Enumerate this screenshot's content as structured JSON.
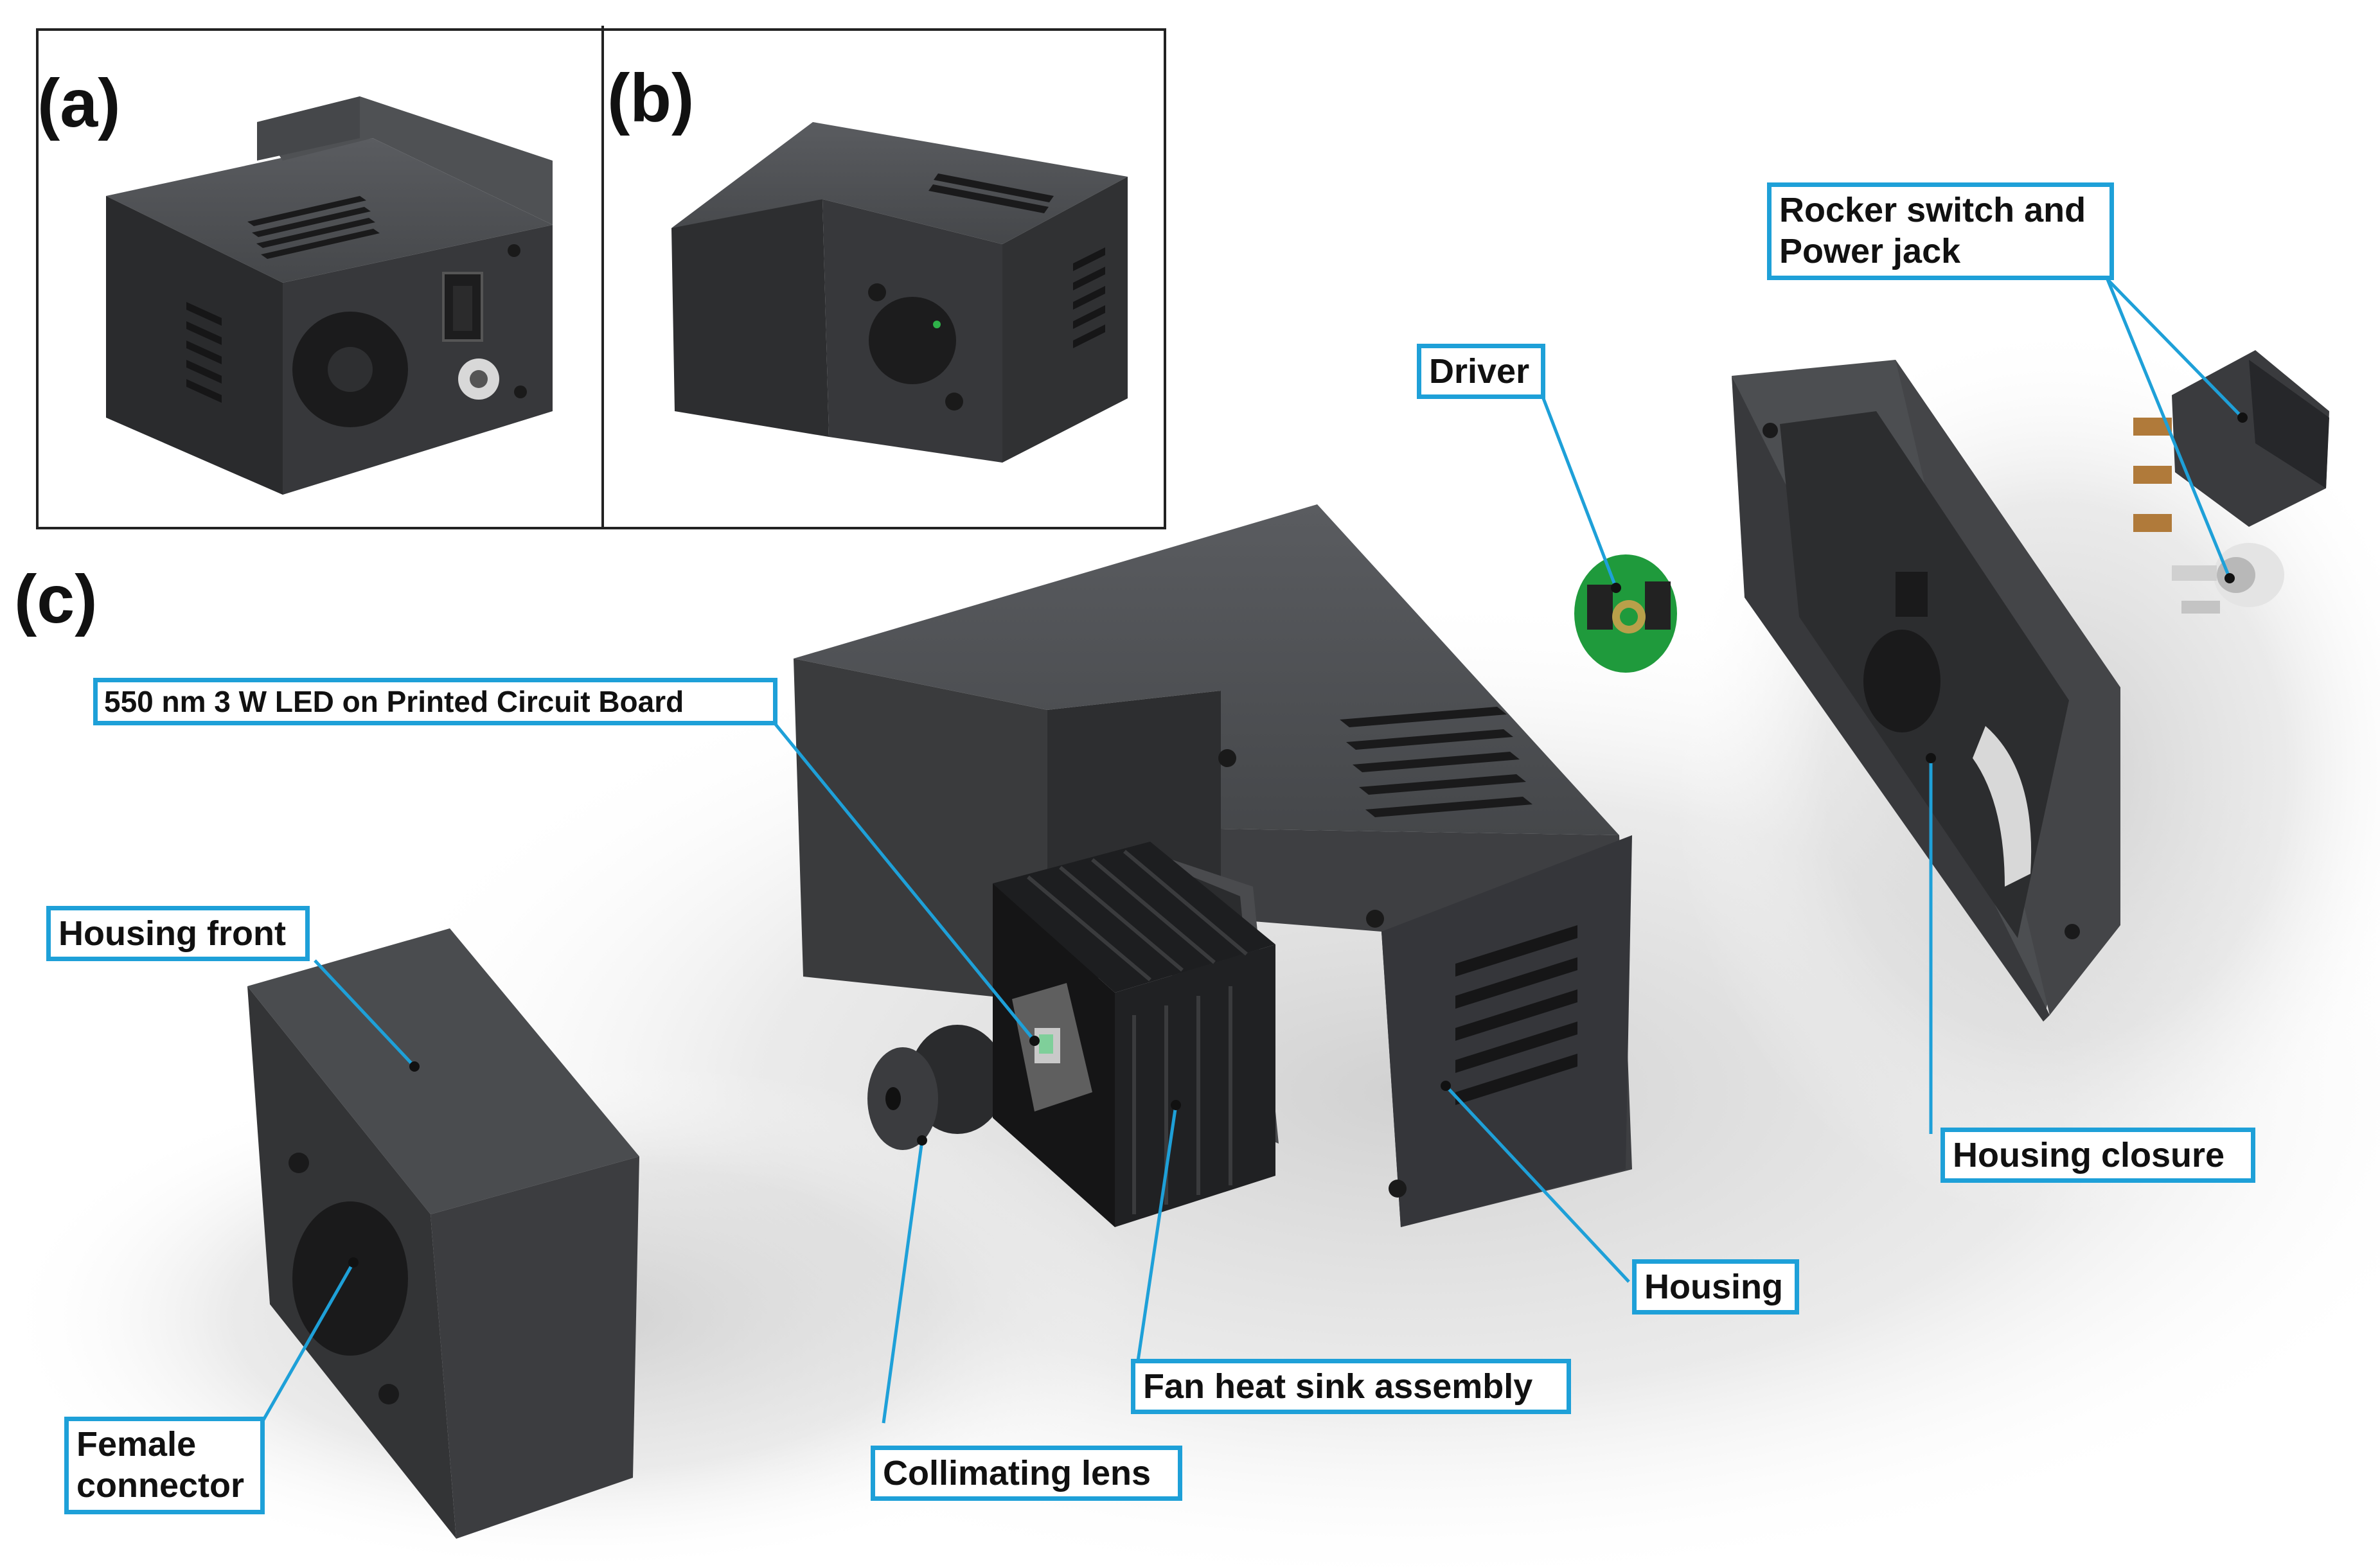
{
  "panels": {
    "a": "(a)",
    "b": "(b)",
    "c": "(c)"
  },
  "labels": {
    "led": "550 nm 3 W LED on  Printed Circuit Board",
    "housing_front": "Housing front",
    "female_connector": "Female\nconnector",
    "driver": "Driver",
    "rocker": "Rocker switch and\nPower jack",
    "housing_closure": "Housing closure",
    "housing": "Housing",
    "fan_heat_sink": "Fan  heat sink assembly",
    "collimating_lens": "Collimating lens"
  },
  "colors": {
    "callout_border": "#1ea0d8",
    "leader_line": "#1ea0d8",
    "body": "#3a3b3d",
    "body_dark": "#232426",
    "body_light": "#4d4f52",
    "pcb_green": "#1f9a3c",
    "shadow": "#d2d2d2"
  }
}
